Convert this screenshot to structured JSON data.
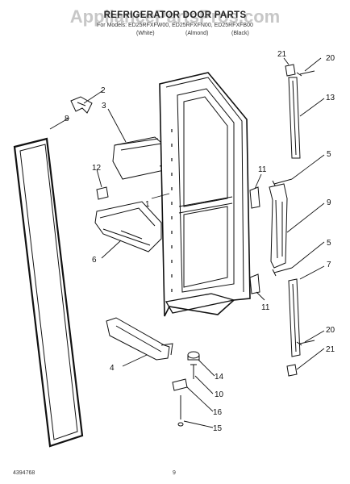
{
  "watermark": "AppliancePartsPros.com",
  "header": {
    "title": "REFRIGERATOR DOOR PARTS",
    "models": "For Models: ED25RFXFW00, ED25RFXFN00, ED25RFXFB00",
    "colors": [
      "(White)",
      "(Almond)",
      "(Black)"
    ]
  },
  "callouts": {
    "n1": "1",
    "n2": "2",
    "n3": "3",
    "n4": "4",
    "n5a": "5",
    "n5b": "5",
    "n6": "6",
    "n7": "7",
    "n8": "8",
    "n9": "9",
    "n10": "10",
    "n11a": "11",
    "n11b": "11",
    "n12": "12",
    "n13": "13",
    "n14": "14",
    "n15": "15",
    "n16": "16",
    "n20a": "20",
    "n20b": "20",
    "n21a": "21",
    "n21b": "21"
  },
  "footer": {
    "part_number": "4394768",
    "page": "9"
  }
}
